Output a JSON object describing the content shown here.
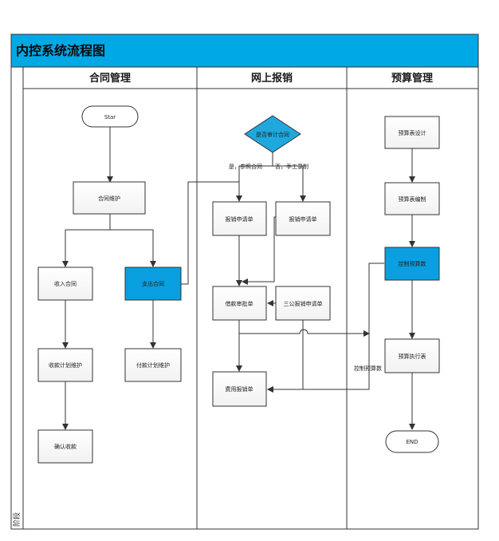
{
  "title": "内控系统流程图",
  "stage_label": "阶段",
  "lanes": [
    "合同管理",
    "网上报销",
    "预算管理"
  ],
  "nodes": {
    "start": "Star",
    "contract_maintain": "合同维护",
    "income_contract": "收入合同",
    "expense_contract": "支出合同",
    "receipt_plan": "收款计划维护",
    "payment_plan": "付款计划维护",
    "confirm_receipt": "确认收款",
    "need_approval": "是否审计合同",
    "reim_apply_1": "报销申请单",
    "reim_apply_2": "报销申请单",
    "general_reim": "借款审批单",
    "third_party": "三公报销申请单",
    "expense_report": "费用报销单",
    "budget_design": "预算表设计",
    "budget_prepare": "预算表编制",
    "budget_control": "控制预算数",
    "budget_exec": "预算执行表",
    "end": "END"
  },
  "edges": {
    "yes_label": "是，参照合同",
    "no_label": "否，手工录制",
    "control_label": "控制预算数"
  },
  "colors": {
    "header_blue": "#00a8e6",
    "highlight_blue": "#0a9fe0",
    "diamond_blue": "#1fa8de",
    "box_fill": "#ffffff",
    "line": "#333333"
  }
}
